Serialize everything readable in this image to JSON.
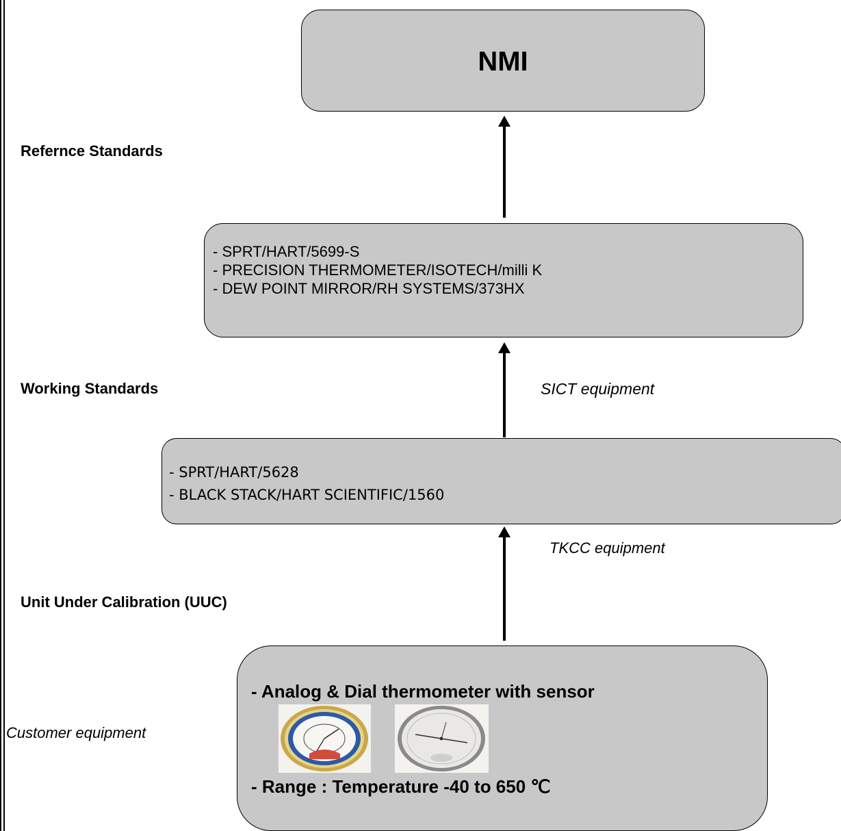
{
  "nmi_box": {
    "title": "NMI"
  },
  "levels": {
    "reference": "Refernce Standards",
    "working": "Working Standards",
    "uuc": "Unit Under Calibration (UUC)",
    "customer": "Customer equipment"
  },
  "reference_box": {
    "items": [
      "- SPRT/HART/5699-S",
      "- PRECISION THERMOMETER/ISOTECH/milli K",
      "- DEW POINT MIRROR/RH SYSTEMS/373HX"
    ]
  },
  "working_box": {
    "items": [
      "- SPRT/HART/5628",
      "- BLACK STACK/HART SCIENTIFIC/1560"
    ]
  },
  "uuc_box": {
    "line1": "- Analog & Dial thermometer with sensor",
    "line2": "- Range   : Temperature  -40 to 650 ℃"
  },
  "arrow_labels": {
    "sict": "SICT  equipment",
    "tkcc": "TKCC equipment"
  },
  "colors": {
    "box_fill": "#c8c8c8",
    "stroke": "#000000"
  }
}
